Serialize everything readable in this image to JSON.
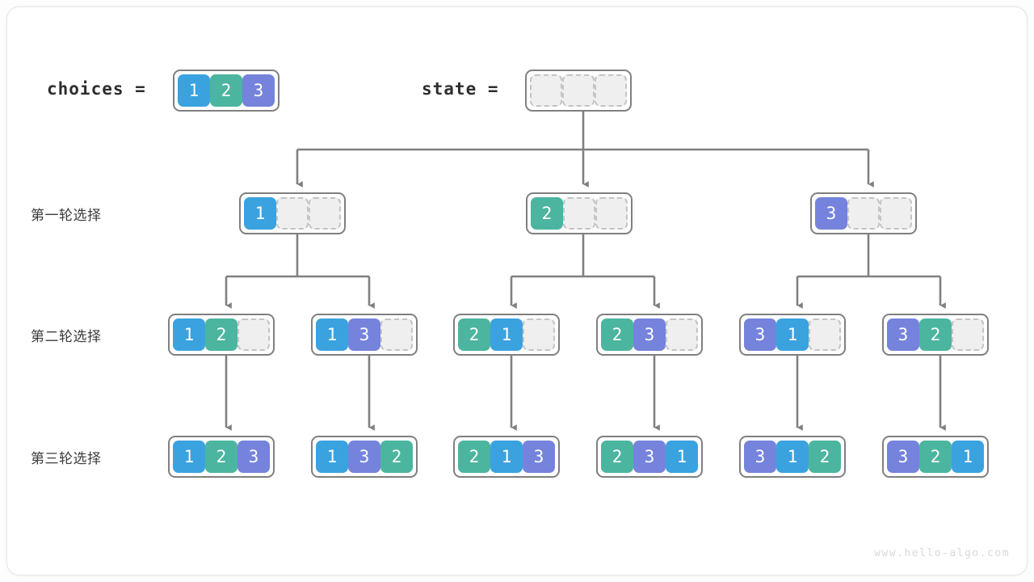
{
  "header": {
    "choices_label": "choices =",
    "state_label": "state =",
    "choices_values": [
      "1",
      "2",
      "3"
    ],
    "state_values": [
      "",
      "",
      ""
    ]
  },
  "rows": [
    {
      "label": "第一轮选择"
    },
    {
      "label": "第二轮选择"
    },
    {
      "label": "第三轮选择"
    }
  ],
  "tree": {
    "level1": [
      {
        "cells": [
          "1",
          "",
          ""
        ]
      },
      {
        "cells": [
          "2",
          "",
          ""
        ]
      },
      {
        "cells": [
          "3",
          "",
          ""
        ]
      }
    ],
    "level2": [
      {
        "cells": [
          "1",
          "2",
          ""
        ]
      },
      {
        "cells": [
          "1",
          "3",
          ""
        ]
      },
      {
        "cells": [
          "2",
          "1",
          ""
        ]
      },
      {
        "cells": [
          "2",
          "3",
          ""
        ]
      },
      {
        "cells": [
          "3",
          "1",
          ""
        ]
      },
      {
        "cells": [
          "3",
          "2",
          ""
        ]
      }
    ],
    "level3": [
      {
        "cells": [
          "1",
          "2",
          "3"
        ]
      },
      {
        "cells": [
          "1",
          "3",
          "2"
        ]
      },
      {
        "cells": [
          "2",
          "1",
          "3"
        ]
      },
      {
        "cells": [
          "2",
          "3",
          "1"
        ]
      },
      {
        "cells": [
          "3",
          "1",
          "2"
        ]
      },
      {
        "cells": [
          "3",
          "2",
          "1"
        ]
      }
    ]
  },
  "colors": {
    "value_1": "#3ba2e0",
    "value_2": "#4cb5a0",
    "value_3": "#7583dc",
    "empty_cell": "#efefef",
    "empty_border": "#c4c4c4",
    "node_border": "#808080",
    "connector": "#808080",
    "card_border": "#e6e6e6",
    "label_text": "#3c3c3c",
    "watermark_text": "#d8d8d8"
  },
  "watermark": "www.hello-algo.com"
}
